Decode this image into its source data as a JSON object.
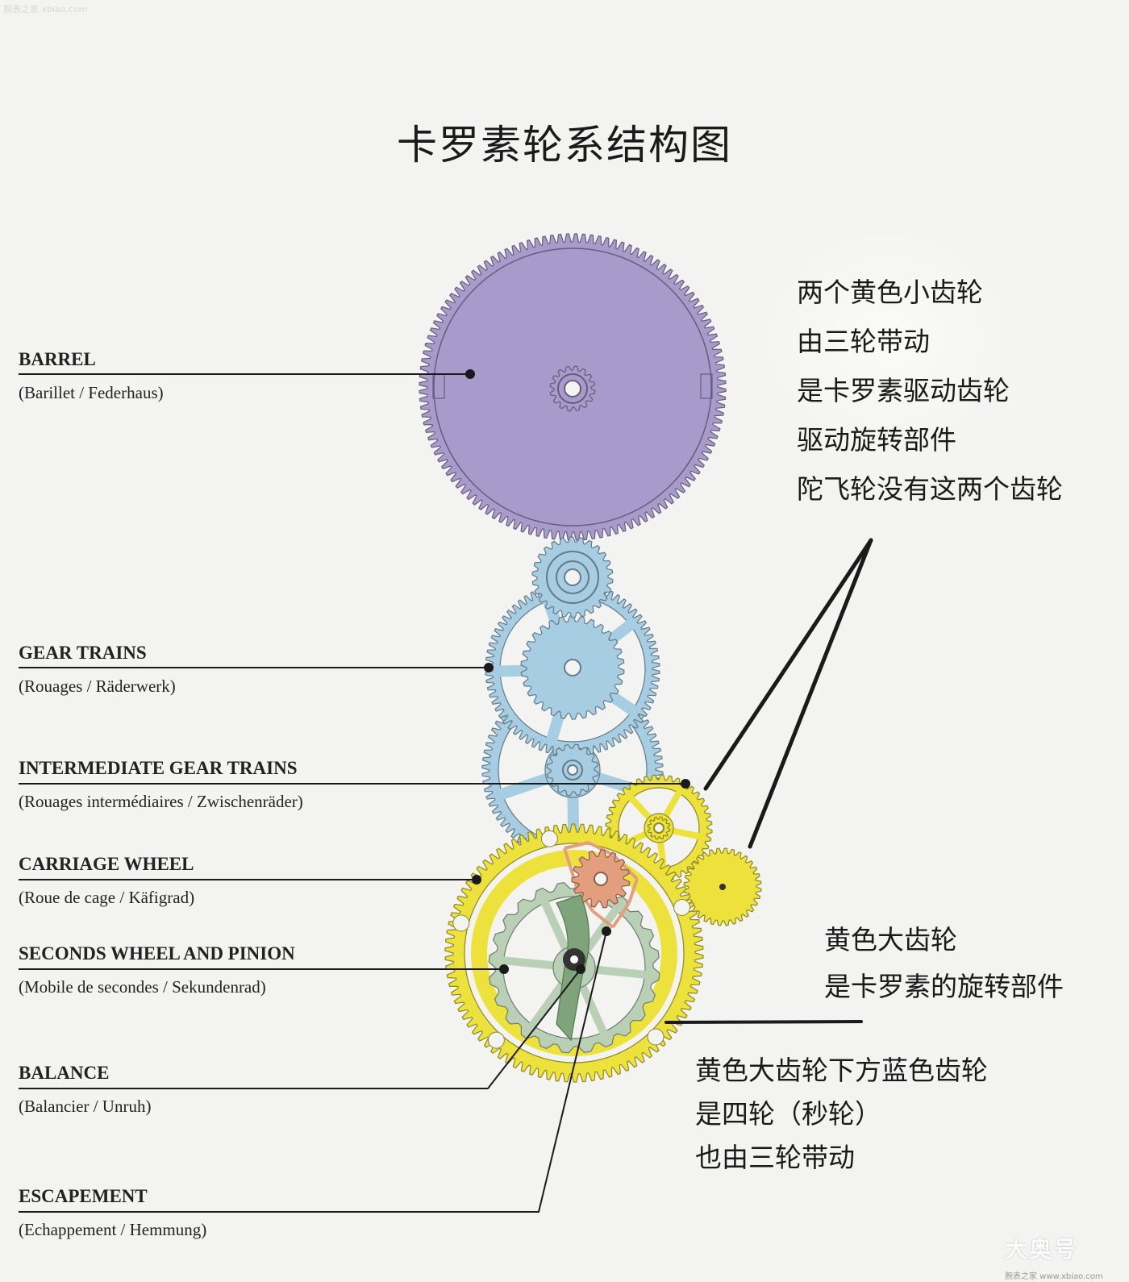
{
  "title": "卡罗素轮系结构图",
  "labels": [
    {
      "name": "BARREL",
      "sub": "(Barillet / Federhaus)"
    },
    {
      "name": "GEAR TRAINS",
      "sub": "(Rouages / Räderwerk)"
    },
    {
      "name": "INTERMEDIATE GEAR TRAINS",
      "sub": "(Rouages intermédiaires / Zwischenräder)"
    },
    {
      "name": "CARRIAGE WHEEL",
      "sub": "(Roue de cage / Käfigrad)"
    },
    {
      "name": "SECONDS WHEEL AND PINION",
      "sub": "(Mobile de secondes / Sekundenrad)"
    },
    {
      "name": "BALANCE",
      "sub": "(Balancier / Unruh)"
    },
    {
      "name": "ESCAPEMENT",
      "sub": "(Echappement / Hemmung)"
    }
  ],
  "notes": {
    "small_yellow": [
      "两个黄色小齿轮",
      "由三轮带动",
      "是卡罗素驱动齿轮",
      "驱动旋转部件",
      "陀飞轮没有这两个齿轮"
    ],
    "big_yellow": [
      "黄色大齿轮",
      "是卡罗素的旋转部件"
    ],
    "blue_below": [
      "黄色大齿轮下方蓝色齿轮",
      "是四轮（秒轮）",
      "也由三轮带动"
    ]
  },
  "watermarks": {
    "top": "腕表之家 xbiao.com",
    "logo": "大奥号",
    "site": "腕表之家 www.xbiao.com"
  },
  "colors": {
    "barrel": "#a89bcc",
    "gear_train": "#a6cde2",
    "carriage": "#ece23b",
    "seconds": "#b9d0b6",
    "escapement": "#e39e7e",
    "line": "#1a1a1a"
  }
}
